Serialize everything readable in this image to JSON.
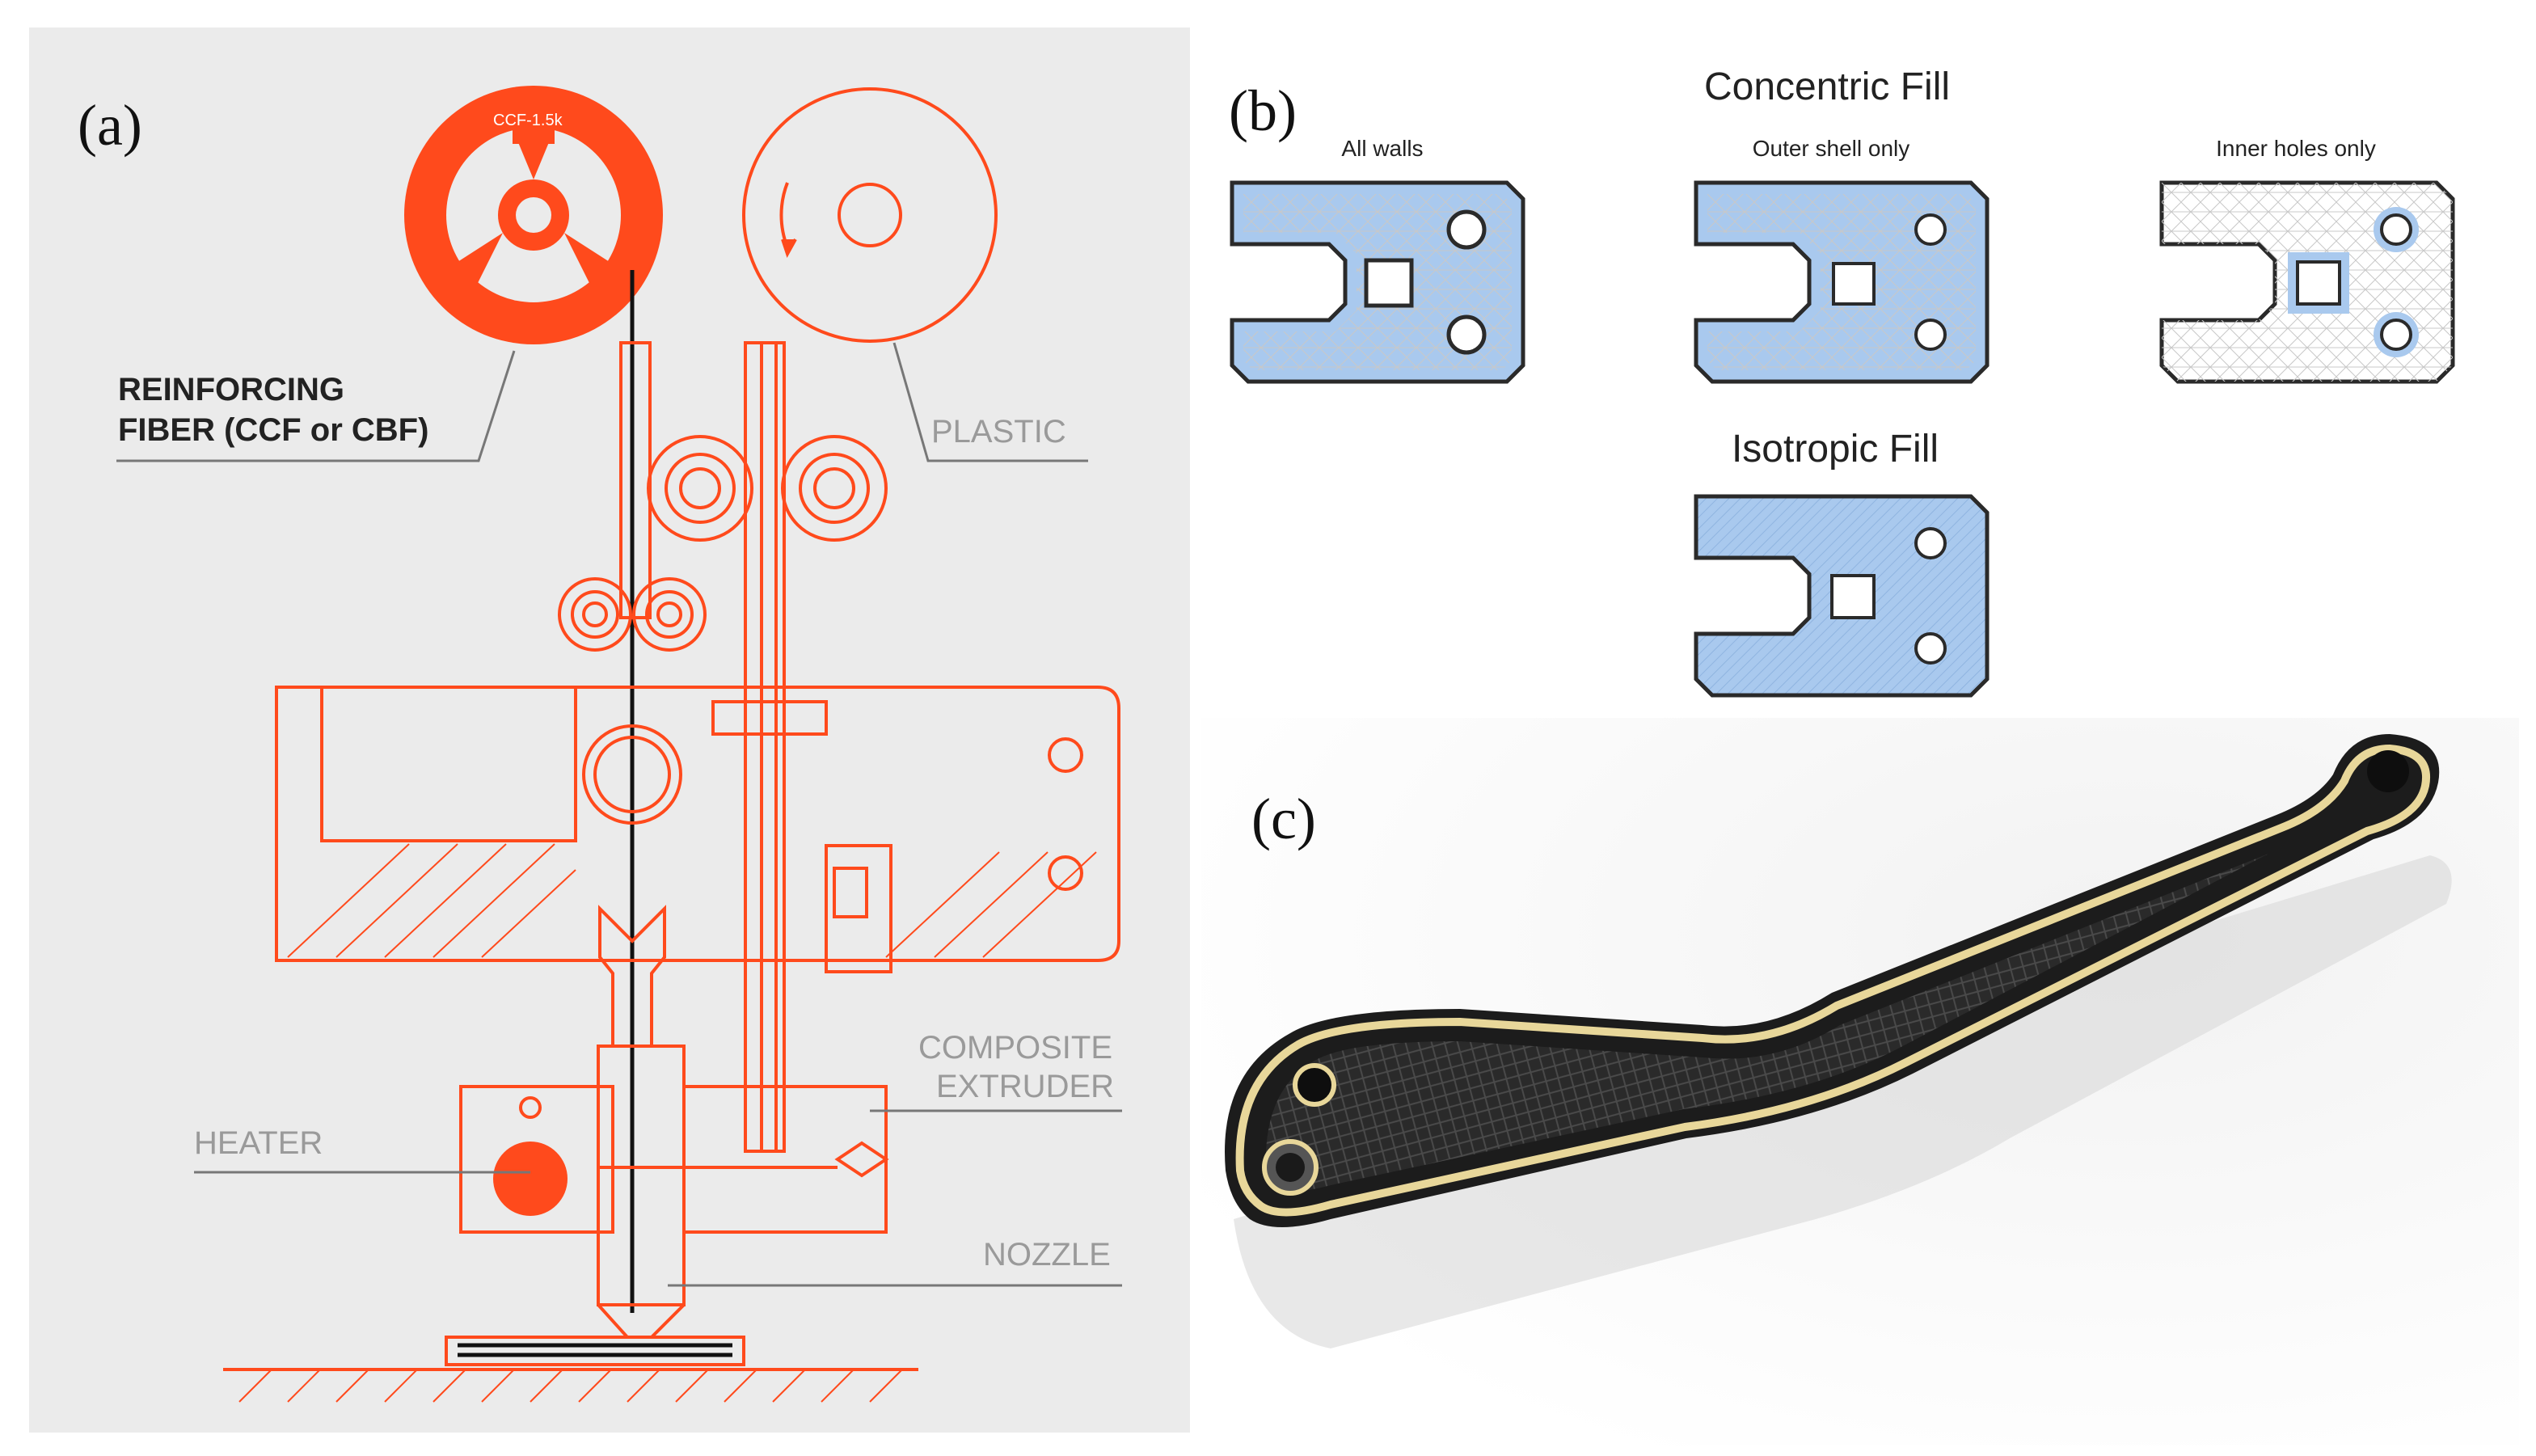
{
  "panels": {
    "a": {
      "label": "(a)",
      "spool_text": "CCF-1.5k",
      "callouts": {
        "fiber_line1": "REINFORCING",
        "fiber_line2": "FIBER (CCF or CBF)",
        "plastic": "PLASTIC",
        "extruder_line1": "COMPOSITE",
        "extruder_line2": "EXTRUDER",
        "heater": "HEATER",
        "nozzle": "NOZZLE"
      },
      "colors": {
        "accent": "#ff4a1c",
        "background": "#ebebeb",
        "label": "#9a9a9a"
      }
    },
    "b": {
      "label": "(b)",
      "concentric_title": "Concentric Fill",
      "isotropic_title": "Isotropic Fill",
      "variants": [
        "All walls",
        "Outer shell only",
        "Inner holes only"
      ],
      "colors": {
        "fill_blue": "#a9c9ee",
        "outline": "#2a2a2a"
      }
    },
    "c": {
      "label": "(c)",
      "colors": {
        "part": "#1c1c1c",
        "fiber": "#e8d79a"
      }
    }
  }
}
